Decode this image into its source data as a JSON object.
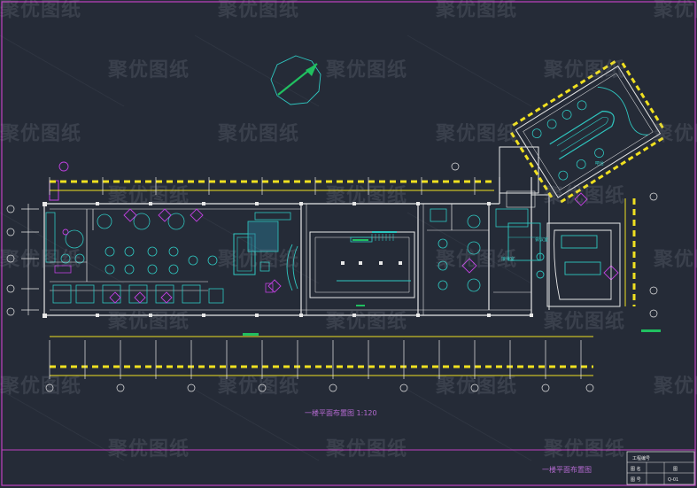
{
  "drawing": {
    "title": "一楼平面布置图 1:120",
    "bottom_caption": "一楼平面布置图",
    "watermark": "聚优图纸",
    "title_block": {
      "header": "工程编号",
      "rows": [
        {
          "label": "图 名",
          "value": "图"
        },
        {
          "label": "图 号",
          "value": "Q-01"
        }
      ]
    },
    "room_labels": [
      "会议室",
      "接待室",
      "吧台"
    ]
  },
  "colors": {
    "background": "#252b37",
    "frame": "#c040c0",
    "walls": "#e8e8e8",
    "furniture": "#2fc7c0",
    "dimension": "#f0e020",
    "accent": "#c040e0",
    "green": "#20c060"
  }
}
